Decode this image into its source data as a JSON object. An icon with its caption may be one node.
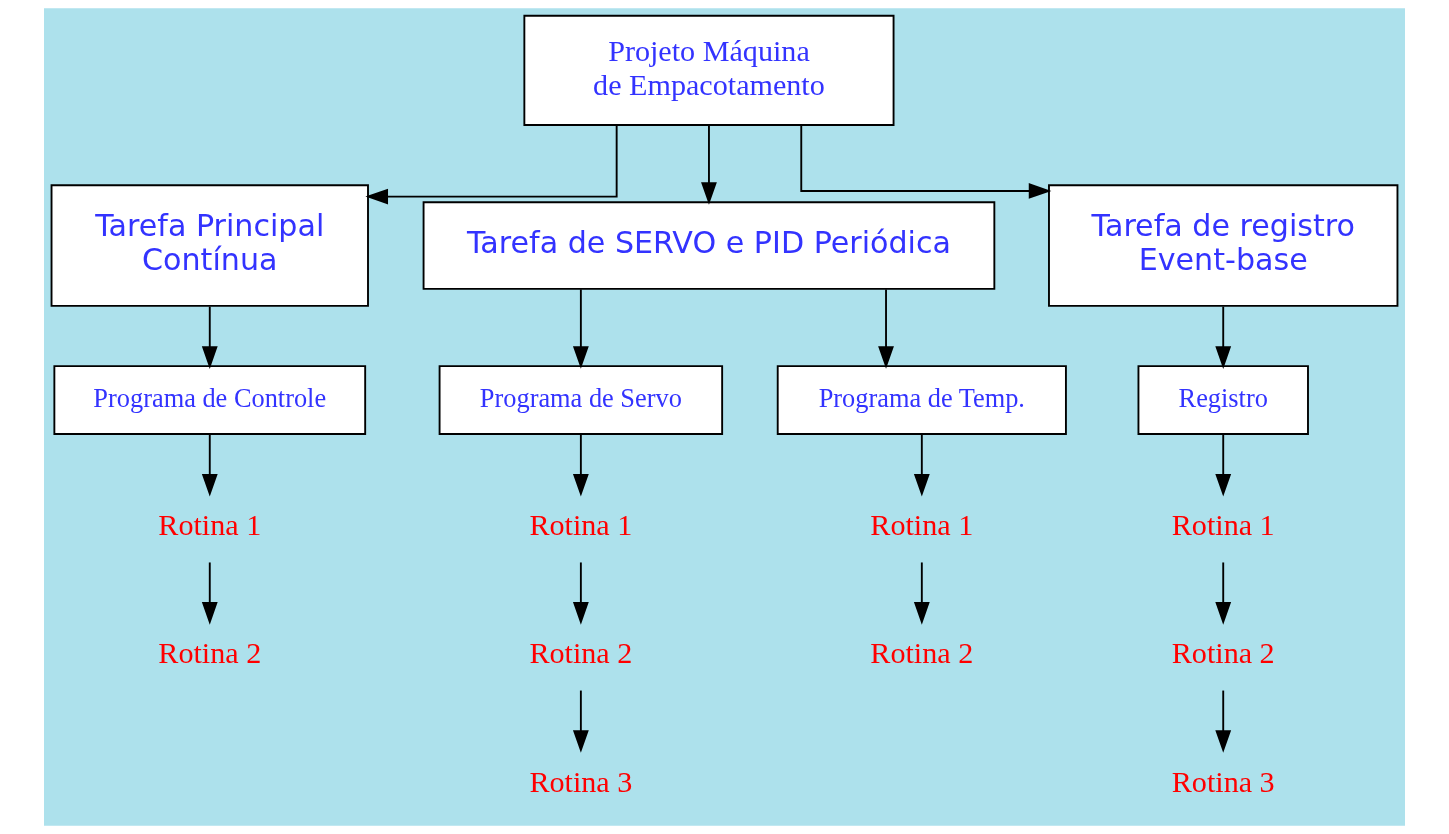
{
  "diagram": {
    "nodes": [
      {
        "text": [
          "Projeto Máquina",
          "de Empacotamento"
        ]
      },
      {
        "text": [
          "Tarefa Principal",
          "Contínua"
        ]
      },
      {
        "text": [
          "Tarefa de SERVO e PID Periódica"
        ]
      },
      {
        "text": [
          "Tarefa de registro",
          "Event-base"
        ]
      },
      {
        "text": [
          "Programa de Controle"
        ]
      },
      {
        "text": [
          "Programa de Servo"
        ]
      },
      {
        "text": [
          "Programa de Temp."
        ]
      },
      {
        "text": [
          "Registro"
        ]
      },
      {
        "text": [
          "Rotina 1"
        ]
      },
      {
        "text": [
          "Rotina 2"
        ]
      },
      {
        "text": [
          "Rotina 1"
        ]
      },
      {
        "text": [
          "Rotina 2"
        ]
      },
      {
        "text": [
          "Rotina 3"
        ]
      },
      {
        "text": [
          "Rotina 1"
        ]
      },
      {
        "text": [
          "Rotina 2"
        ]
      },
      {
        "text": [
          "Rotina 1"
        ]
      },
      {
        "text": [
          "Rotina 2"
        ]
      },
      {
        "text": [
          "Rotina 3"
        ]
      }
    ],
    "edges": [
      {
        "from": 0,
        "to": 1,
        "arrow": "to"
      },
      {
        "from": 0,
        "to": 2,
        "arrow": "to"
      },
      {
        "from": 0,
        "to": 3,
        "arrow": "to"
      },
      {
        "from": 1,
        "to": 4,
        "arrow": "to"
      },
      {
        "from": 2,
        "to": 5,
        "arrow": "to"
      },
      {
        "from": 2,
        "to": 6,
        "arrow": "to"
      },
      {
        "from": 3,
        "to": 7,
        "arrow": "to"
      },
      {
        "from": 4,
        "to": 8,
        "arrow": "to"
      },
      {
        "from": 8,
        "to": 9,
        "arrow": "to"
      },
      {
        "from": 5,
        "to": 10,
        "arrow": "to"
      },
      {
        "from": 10,
        "to": 11,
        "arrow": "to"
      },
      {
        "from": 11,
        "to": 12,
        "arrow": "to"
      },
      {
        "from": 6,
        "to": 13,
        "arrow": "to"
      },
      {
        "from": 13,
        "to": 14,
        "arrow": "to"
      },
      {
        "from": 7,
        "to": 15,
        "arrow": "to"
      },
      {
        "from": 15,
        "to": 16,
        "arrow": "to"
      },
      {
        "from": 16,
        "to": 17,
        "arrow": "to"
      }
    ]
  }
}
